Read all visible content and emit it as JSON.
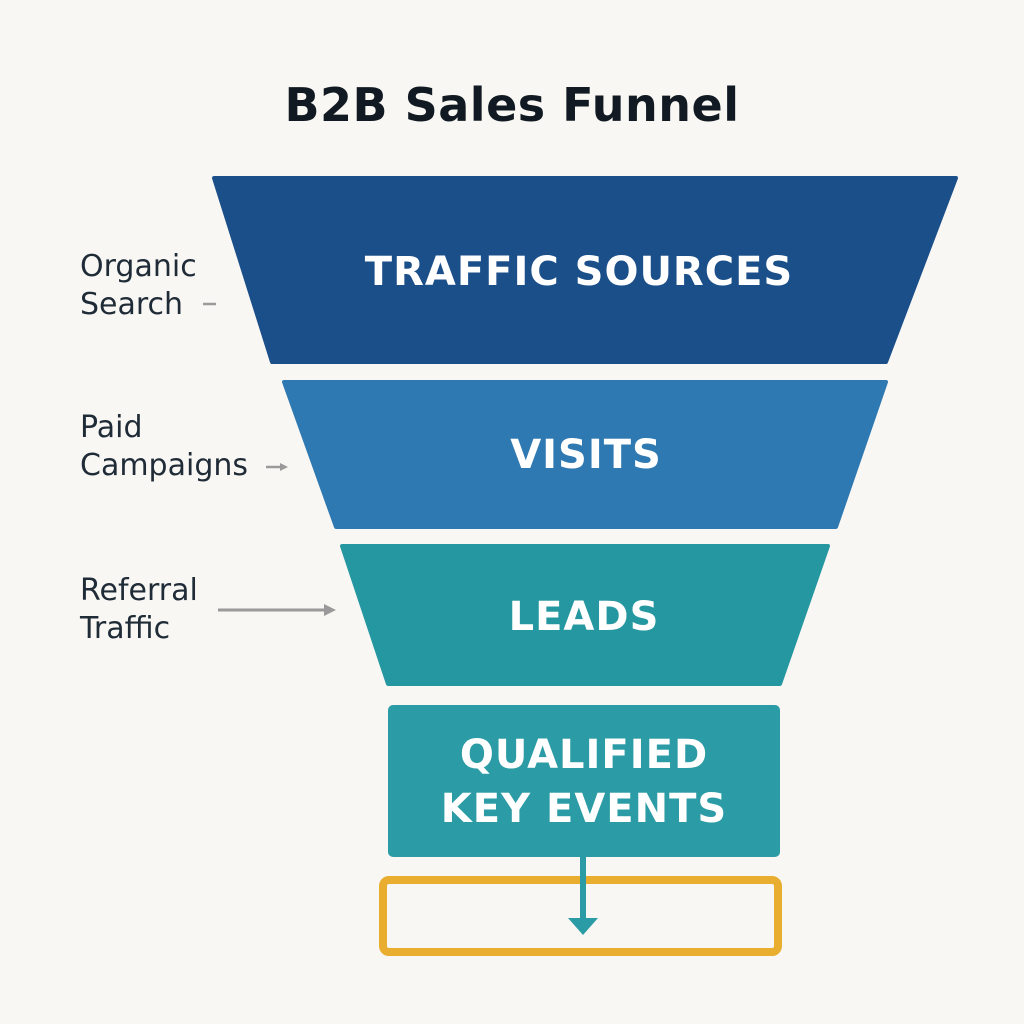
{
  "title": "B2B Sales Funnel",
  "colors": {
    "background": "#f9f7f3",
    "stage1": "#1b4f8a",
    "stage2": "#2f79b2",
    "stage3": "#2497a0",
    "stage4": "#2b9ca5",
    "output_box": "#e9ad2f",
    "arrow_gray": "#9a9a9a"
  },
  "stages": [
    {
      "label": "TRAFFIC SOURCES"
    },
    {
      "label": "VISITS"
    },
    {
      "label": "LEADS"
    },
    {
      "label_line1": "QUALIFIED",
      "label_line2": "KEY EVENTS"
    }
  ],
  "sources": [
    {
      "line1": "Organic",
      "line2": "Search"
    },
    {
      "line1": "Paid",
      "line2": "Campaigns"
    },
    {
      "line1": "Referral",
      "line2": "Traffic"
    }
  ],
  "output_box": {
    "label": ""
  }
}
